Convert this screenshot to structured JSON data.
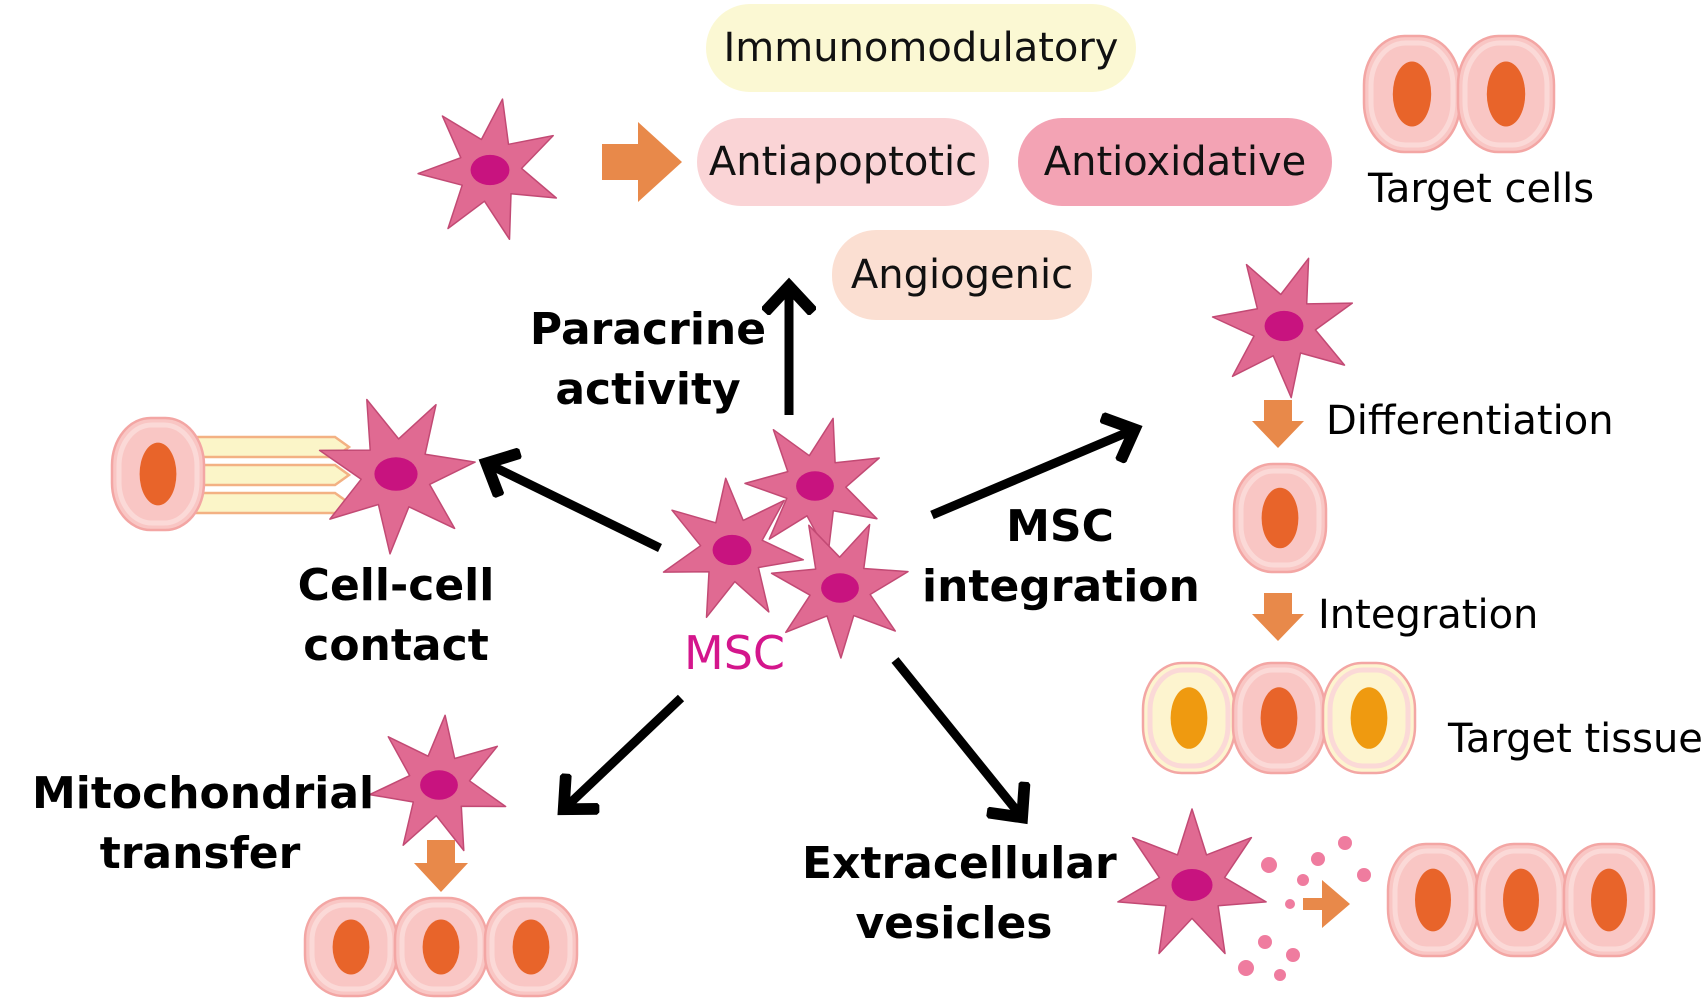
{
  "pills": {
    "immunomodulatory": "Immunomodulatory",
    "antiapoptotic": "Antiapoptotic",
    "antioxidative": "Antioxidative",
    "angiogenic": "Angiogenic"
  },
  "labels": {
    "target_cells": "Target cells",
    "paracrine_line1": "Paracrine",
    "paracrine_line2": "activity",
    "cell_contact_line1": "Cell-cell",
    "cell_contact_line2": "contact",
    "msc": "MSC",
    "msc_integration_line1": "MSC",
    "msc_integration_line2": "integration",
    "differentiation": "Differentiation",
    "integration": "Integration",
    "target_tissue": "Target tissue",
    "mito_line1": "Mitochondrial",
    "mito_line2": "transfer",
    "ev_line1": "Extracellular",
    "ev_line2": "vesicles"
  },
  "colors": {
    "msc_cell": "#e06a92",
    "msc_nucleus": "#c8137f",
    "msc_label": "#d4168c",
    "arrow": "#000000",
    "small_arrow": "#e8894a",
    "target_cell_fill": "#f9c6c4",
    "target_cell_inner": "#fbd9d7",
    "target_nucleus": "#e8642a",
    "tissue_yellow": "#fdf4cf",
    "tissue_yellow_nucleus": "#ef9a10",
    "pill_immuno": "#fbf8d3",
    "pill_antiapop": "#fad4d6",
    "pill_antiox": "#f3a3b4",
    "pill_angio": "#fbdfd2"
  }
}
